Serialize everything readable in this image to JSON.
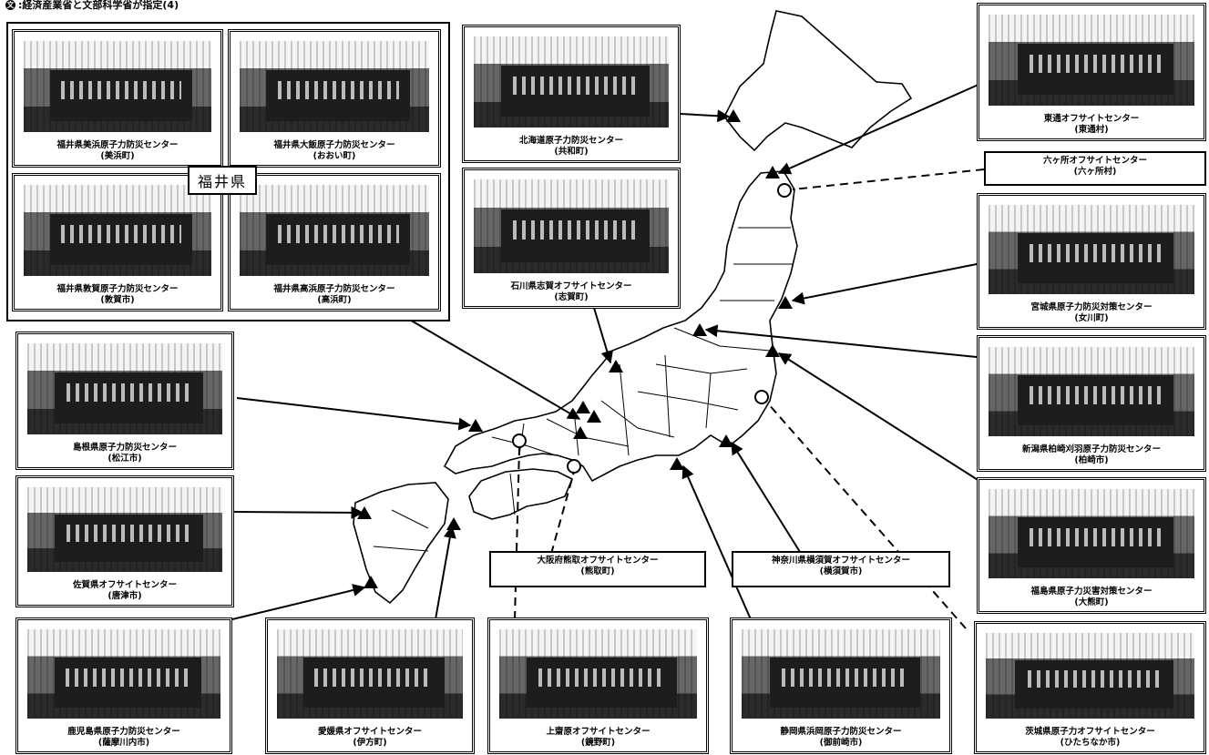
{
  "legend": {
    "mark": "文",
    "text": ":経済産業省と文部科学省が指定(4)"
  },
  "fukui_label": "福井県",
  "facilities": {
    "mihama": {
      "name": "福井県美浜原子力防災センター",
      "sub": "(美浜町)"
    },
    "ohi": {
      "name": "福井県大飯原子力防災センター",
      "sub": "(おおい町)"
    },
    "tsuruga": {
      "name": "福井県敦賀原子力防災センター",
      "sub": "(敦賀市)"
    },
    "takahama": {
      "name": "福井県高浜原子力防災センター",
      "sub": "(高浜町)"
    },
    "hokkaido": {
      "name": "北海道原子力防災センター",
      "sub": "(共和町)"
    },
    "shika": {
      "name": "石川県志賀オフサイトセンター",
      "sub": "(志賀町)"
    },
    "higashidori": {
      "name": "東通オフサイトセンター",
      "sub": "(東通村)"
    },
    "rokkasho": {
      "name": "六ヶ所オフサイトセンター",
      "sub": "(六ヶ所村)"
    },
    "miyagi": {
      "name": "宮城県原子力防災対策センター",
      "sub": "(女川町)"
    },
    "niigata": {
      "name": "新潟県柏崎刈羽原子力防災センター",
      "sub": "(柏崎市)"
    },
    "fukushima": {
      "name": "福島県原子力災害対策センター",
      "sub": "(大熊町)"
    },
    "shimane": {
      "name": "島根県原子力防災センター",
      "sub": "(松江市)"
    },
    "saga": {
      "name": "佐賀県オフサイトセンター",
      "sub": "(唐津市)"
    },
    "osaka": {
      "name": "大阪府熊取オフサイトセンター",
      "sub": "(熊取町)"
    },
    "kanagawa": {
      "name": "神奈川県横須賀オフサイトセンター",
      "sub": "(横須賀市)"
    },
    "kagoshima": {
      "name": "鹿児島県原子力防災センター",
      "sub": "(薩摩川内市)"
    },
    "ehime": {
      "name": "愛媛県オフサイトセンター",
      "sub": "(伊方町)"
    },
    "kamisaibara": {
      "name": "上齋原オフサイトセンター",
      "sub": "(鏡野町)"
    },
    "shizuoka": {
      "name": "静岡県浜岡原子力防災センター",
      "sub": "(御前崎市)"
    },
    "ibaraki": {
      "name": "茨城県原子力オフサイトセンター",
      "sub": "(ひたちなか市)"
    }
  }
}
